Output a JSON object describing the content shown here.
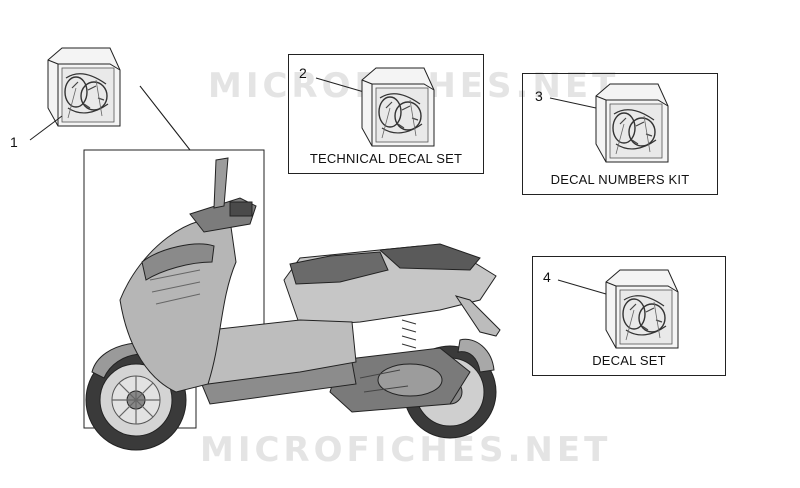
{
  "watermark": {
    "text": "MICROFICHES.NET"
  },
  "callouts": [
    {
      "number": "1"
    },
    {
      "number": "2",
      "label": "TECHNICAL DECAL SET"
    },
    {
      "number": "3",
      "label": "DECAL NUMBERS KIT"
    },
    {
      "number": "4",
      "label": "DECAL SET"
    }
  ],
  "icon": "decal-kit-bag-icon",
  "colors": {
    "line": "#222222",
    "body_light": "#c4c4c4",
    "body_mid": "#9a9a9a",
    "body_dark": "#6a6a6a",
    "seat": "#5a5a5a"
  }
}
